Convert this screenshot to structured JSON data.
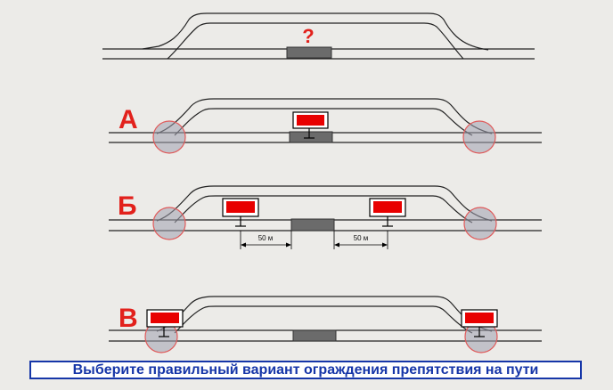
{
  "question_mark": "?",
  "options": {
    "a": {
      "letter": "А"
    },
    "b": {
      "letter": "Б",
      "dist_left": "50 м",
      "dist_right": "50 м"
    },
    "c": {
      "letter": "В"
    }
  },
  "instruction": "Выберите правильный вариант ограждения препятствия на пути",
  "colors": {
    "background": "#ecebe8",
    "signal_red": "#e80000",
    "obstacle": "#6b6b6b",
    "highlight_circle": "#e05a5a",
    "accent_text": "#e2211c",
    "instruction_text": "#1636a8"
  }
}
